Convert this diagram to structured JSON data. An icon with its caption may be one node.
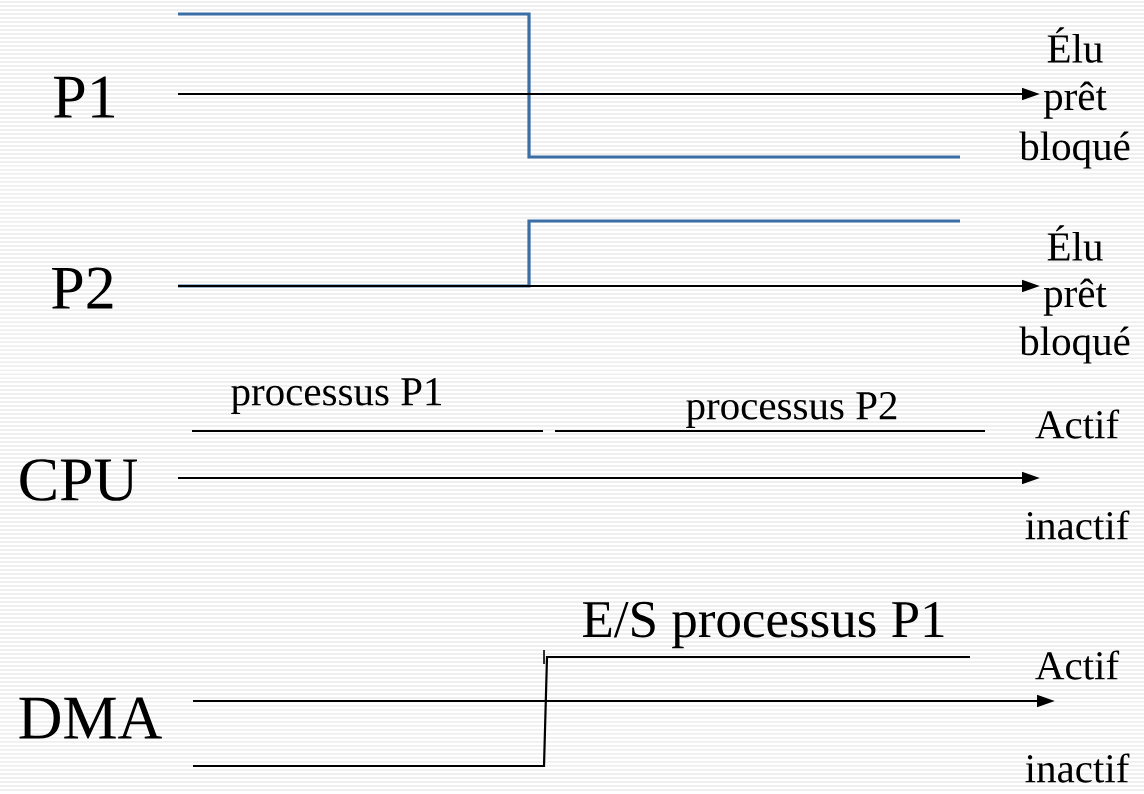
{
  "diagram": {
    "labels": [
      "P1",
      "Élu",
      "prêt",
      "bloqué",
      "P2",
      "Élu",
      "prêt",
      "bloqué",
      "processus P1",
      "processus P2",
      "Actif",
      "CPU",
      "inactif",
      "E/S processus P1",
      "Actif",
      "DMA",
      "inactif"
    ]
  }
}
